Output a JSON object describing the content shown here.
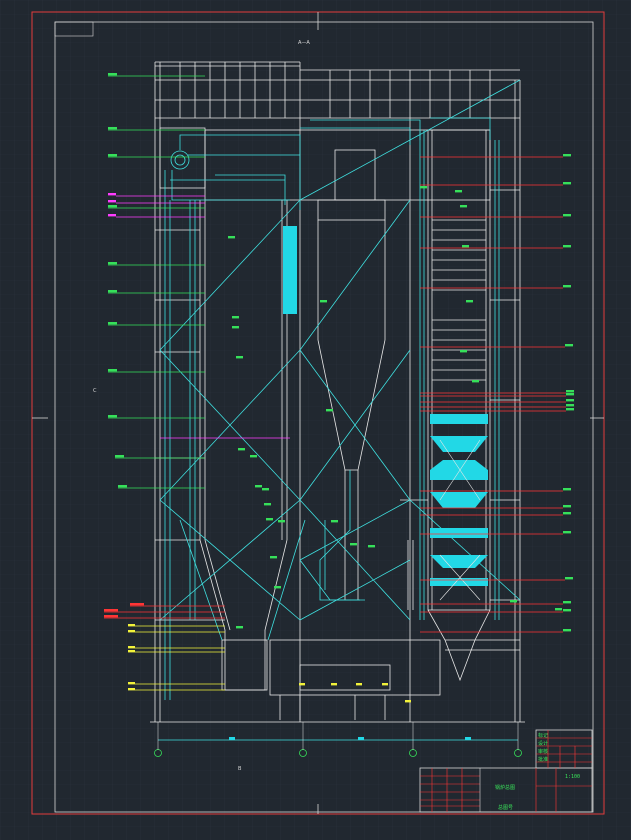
{
  "drawing": {
    "section_label": "A—A",
    "bottom_label": "B",
    "side_label_left": "C",
    "title_block_text": "锅炉总图",
    "title_block_sub": "总图号",
    "rev_box_texts": [
      "标记",
      "设计",
      "审核",
      "批准"
    ],
    "scale_text": "1:100"
  },
  "colors": {
    "background": "#212830",
    "grid": "#2a323b",
    "frame_red": "#e23c3c",
    "frame_white": "#d8d8d8",
    "structure_white": "#e8e8e8",
    "piping_cyan": "#3fe0e0",
    "leader_red": "#ff3535",
    "label_green": "#36e05a",
    "label_magenta": "#ff3cff",
    "label_yellow": "#f2f23a",
    "fill_cyan": "#22d8e6"
  }
}
